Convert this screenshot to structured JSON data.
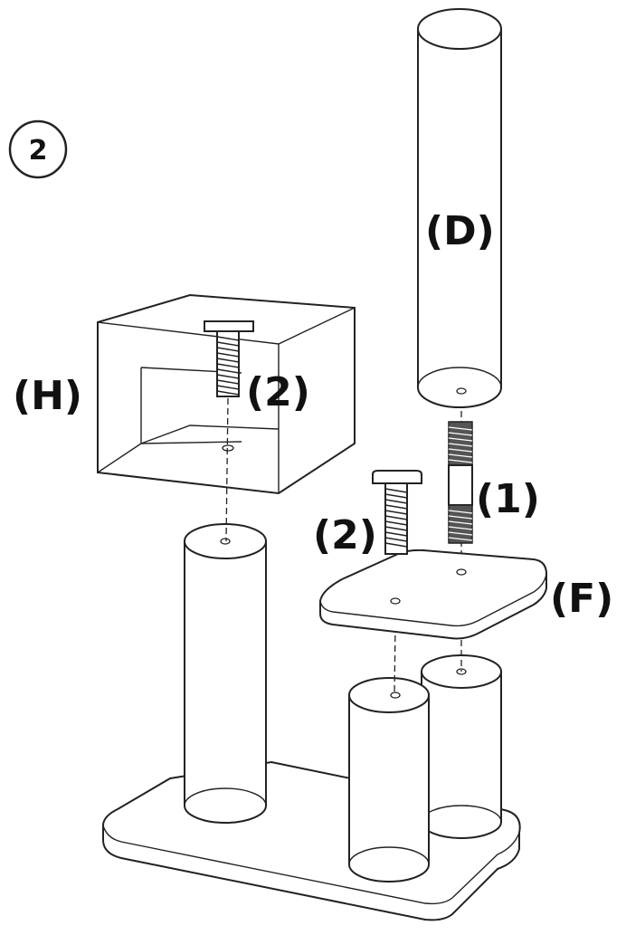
{
  "step_number": "2",
  "labels": {
    "post_d": "(D)",
    "box_h": "(H)",
    "screw_in_box": "(2)",
    "coupler": "(1)",
    "screw_platform": "(2)",
    "platform_f": "(F)"
  },
  "colors": {
    "line": "#222222",
    "background": "#ffffff"
  }
}
